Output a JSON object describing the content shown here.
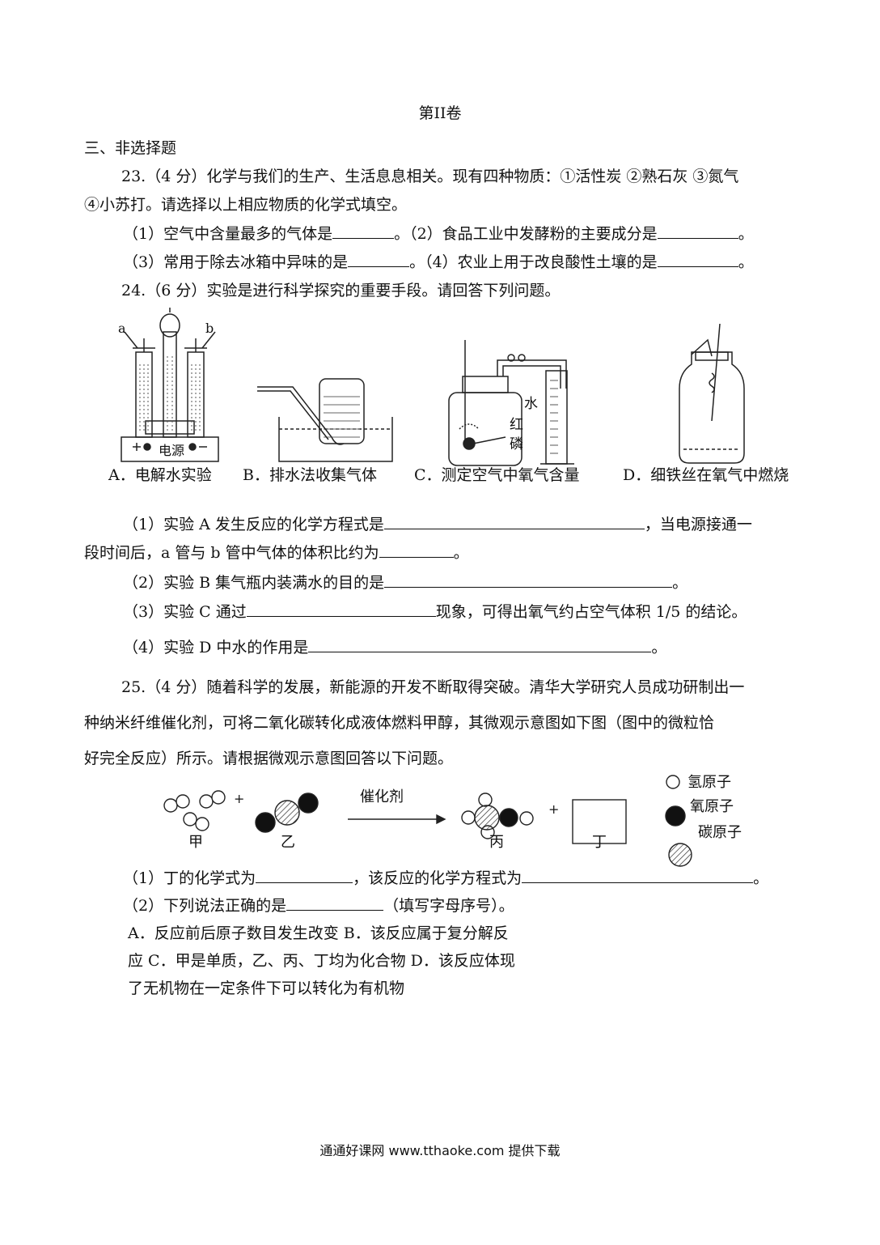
{
  "volume_title": "第II卷",
  "section_title": "三、非选择题",
  "q23": {
    "line1": "23.（4 分）化学与我们的生产、生活息息相关。现有四种物质：①活性炭  ②熟石灰  ③氮气",
    "line2": "④小苏打。请选择以上相应物质的化学式填空。",
    "p1a": "（1）空气中含量最多的气体是",
    "p1b": "。（2）食品工业中发酵粉的主要成分是",
    "p3a": "（3）常用于除去冰箱中异味的是",
    "p3b": "。（4）农业上用于改良酸性土壤的是",
    "end": "。"
  },
  "q24": {
    "intro": "24.（6 分）实验是进行科学探究的重要手段。请回答下列问题。",
    "labels": {
      "a": "a",
      "b": "b",
      "power": "电源",
      "water": "水",
      "red_p1": "红",
      "red_p2": "磷",
      "caption_a": "A．电解水实验",
      "caption_b": "B．排水法收集气体",
      "caption_c": "C．测定空气中氧气含量",
      "caption_d": "D．细铁丝在氧气中燃烧"
    },
    "s1a": "（1）实验 A 发生反应的化学方程式是",
    "s1b": "，当电源接通一",
    "s1c": "段时间后，a 管与 b 管中气体的体积比约为",
    "s2": "（2）实验 B 集气瓶内装满水的目的是",
    "s3a": "（3）实验 C 通过",
    "s3b": "现象，可得出氧气约占空气体积 1/5 的结论。",
    "s4": "（4）实验 D 中水的作用是",
    "end": "。"
  },
  "q25": {
    "line1": "25.（4 分）随着科学的发展，新能源的开发不断取得突破。清华大学研究人员成功研制出一",
    "line2": "种纳米纤维催化剂，可将二氧化碳转化成液体燃料甲醇，其微观示意图如下图（图中的微粒恰",
    "line3": "好完全反应）所示。请根据微观示意图回答以下问题。",
    "diagram": {
      "plus": "+",
      "catalyst": "催化剂",
      "jia": "甲",
      "yi": "乙",
      "bing": "丙",
      "ding": "丁",
      "legend_h": "氢原子",
      "legend_o": "氧原子",
      "legend_c": "碳原子"
    },
    "s1a": "（1）丁的化学式为",
    "s1b": "，该反应的化学方程式为",
    "s2a": "（2）下列说法正确的是",
    "s2b": "（填写字母序号）。",
    "opt1": "A．反应前后原子数目发生改变 B．该反应属于复分解反",
    "opt2": "应 C．甲是单质，乙、丙、丁均为化合物 D．该反应体现",
    "opt3": "了无机物在一定条件下可以转化为有机物",
    "end": "。"
  },
  "footer": "通通好课网 www.tthaoke.com 提供下载"
}
